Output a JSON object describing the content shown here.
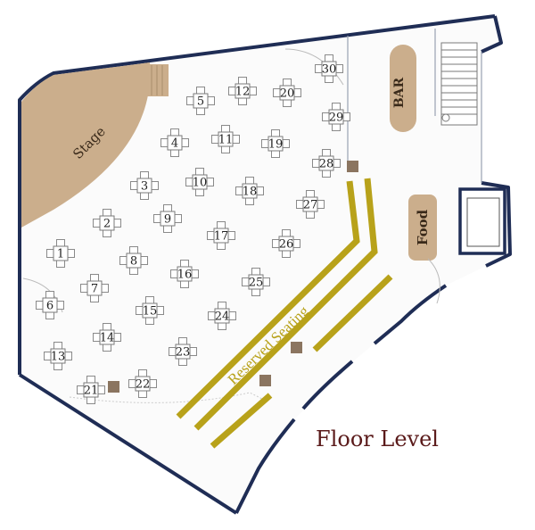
{
  "map": {
    "title": "Floor Level",
    "stage_label": "Stage",
    "bar_label": "BAR",
    "food_label": "Food",
    "reserved_label": "Reserved Seating",
    "tables": [
      "1",
      "2",
      "3",
      "4",
      "5",
      "6",
      "7",
      "8",
      "9",
      "10",
      "11",
      "12",
      "13",
      "14",
      "15",
      "16",
      "17",
      "18",
      "19",
      "20",
      "21",
      "22",
      "23",
      "24",
      "25",
      "26",
      "27",
      "28",
      "29",
      "30"
    ],
    "colors": {
      "wall": "#1f2d55",
      "stage": "#cbae8c",
      "reserved_bar": "#b8a21a",
      "title": "#5a1a1a",
      "column": "#8b7560"
    }
  }
}
